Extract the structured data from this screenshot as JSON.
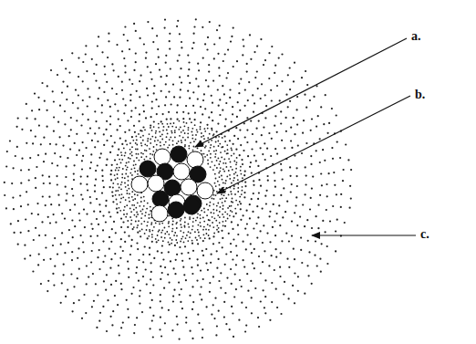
{
  "diagram": {
    "labels": [
      "a.",
      "b.",
      "c."
    ]
  }
}
